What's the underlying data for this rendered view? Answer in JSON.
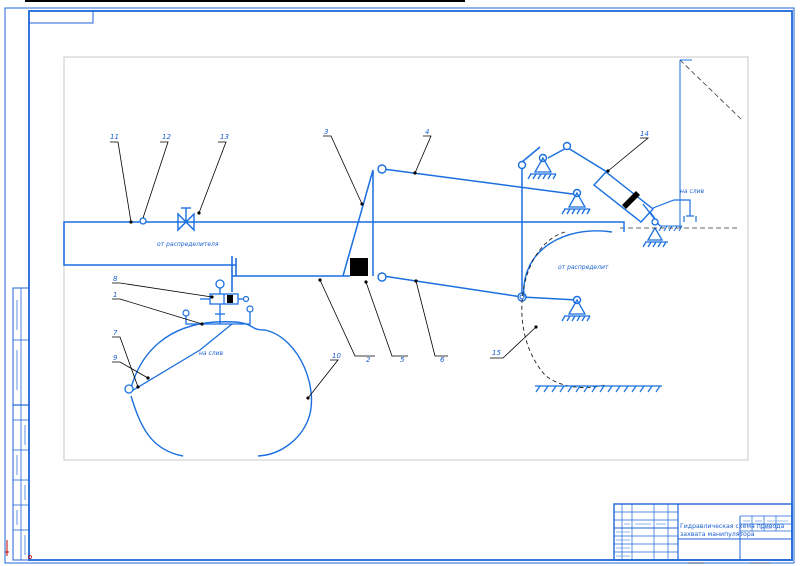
{
  "drawing": {
    "colors": {
      "line": "#1a6fe0",
      "frame": "#1f66d8",
      "thin": "#4a86d8",
      "dark": "#000000",
      "preview_border": "#c8c8c8"
    },
    "leaders": {
      "l1": "11",
      "l2": "12",
      "l3": "13",
      "l4": "3",
      "l5": "4",
      "l6": "14",
      "l7": "8",
      "l8": "1",
      "l9": "7",
      "l10": "9",
      "l11": "10",
      "l12": "2",
      "l13": "5",
      "l14": "6",
      "l15": "15"
    },
    "labels": {
      "from_distributor_left": "от распределителя",
      "from_distributor_right": "от распределит",
      "to_drain_right": "на слив",
      "to_drain_left": "на слив"
    },
    "title_block": {
      "title_line1": "Гидравлическая схема привода",
      "title_line2": "захвата манипулятора"
    }
  }
}
